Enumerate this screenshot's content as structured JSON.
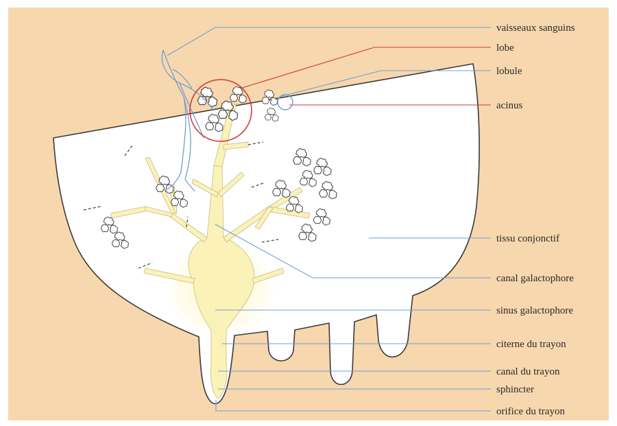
{
  "diagram": {
    "colors": {
      "background": "#f7d7ad",
      "udder_fill": "#ffffff",
      "udder_outline": "#3a3a3a",
      "duct_fill": "#fbf2b8",
      "duct_glow": "#fff7c9",
      "blue_leader": "#6f9fd0",
      "red_leader": "#d23a3a",
      "vessel": "#6f9fd0"
    },
    "labels": [
      {
        "id": "vaisseaux",
        "text": "vaisseaux sanguins",
        "leader_color": "blue"
      },
      {
        "id": "lobe",
        "text": "lobe",
        "leader_color": "red"
      },
      {
        "id": "lobule",
        "text": "lobule",
        "leader_color": "blue"
      },
      {
        "id": "acinus",
        "text": "acinus",
        "leader_color": "red"
      },
      {
        "id": "tissu",
        "text": "tissu conjonctif",
        "leader_color": "blue"
      },
      {
        "id": "canal_galacto",
        "text": "canal galactophore",
        "leader_color": "blue"
      },
      {
        "id": "sinus",
        "text": "sinus galactophore",
        "leader_color": "blue"
      },
      {
        "id": "citerne",
        "text": "citerne du trayon",
        "leader_color": "blue"
      },
      {
        "id": "canal_trayon",
        "text": "canal du trayon",
        "leader_color": "blue"
      },
      {
        "id": "sphincter",
        "text": "sphincter",
        "leader_color": "blue"
      },
      {
        "id": "orifice",
        "text": "orifice du trayon",
        "leader_color": "blue"
      }
    ]
  }
}
